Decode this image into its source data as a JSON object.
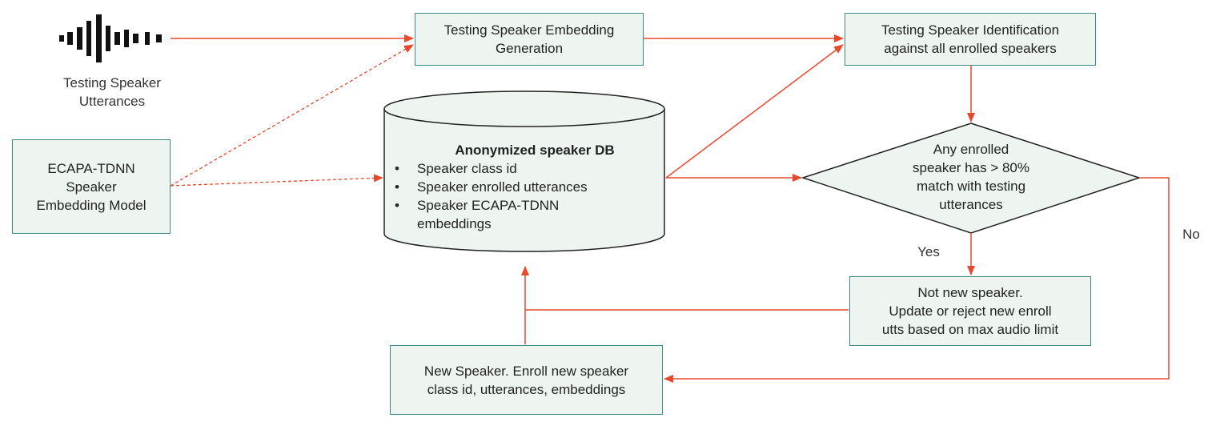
{
  "colors": {
    "box_fill": "#eef5f1",
    "box_border": "#3b8a83",
    "arrow": "#e8482c",
    "waveform": "#111111"
  },
  "icons": {
    "waveform": "audio-waveform-icon"
  },
  "testing_utterances": {
    "line1": "Testing Speaker",
    "line2": "Utterances"
  },
  "embedding_model": {
    "line1": "ECAPA-TDNN",
    "line2": "Speaker",
    "line3": "Embedding Model"
  },
  "embedding_generation": {
    "line1": "Testing Speaker Embedding",
    "line2": "Generation"
  },
  "identification": {
    "line1": "Testing Speaker Identification",
    "line2": "against all enrolled speakers"
  },
  "speaker_db": {
    "title": "Anonymized speaker DB",
    "items": [
      "Speaker class id",
      "Speaker enrolled utterances",
      "Speaker ECAPA-TDNN embeddings"
    ]
  },
  "decision": {
    "line1": "Any enrolled",
    "line2": "speaker has > 80%",
    "line3": "match with testing",
    "line4": "utterances"
  },
  "edge_labels": {
    "yes": "Yes",
    "no": "No"
  },
  "not_new_speaker": {
    "line1": "Not new speaker.",
    "line2": "Update or reject new enroll",
    "line3": "utts based on max audio limit"
  },
  "new_speaker": {
    "line1": "New Speaker. Enroll new speaker",
    "line2": "class id, utterances, embeddings"
  }
}
